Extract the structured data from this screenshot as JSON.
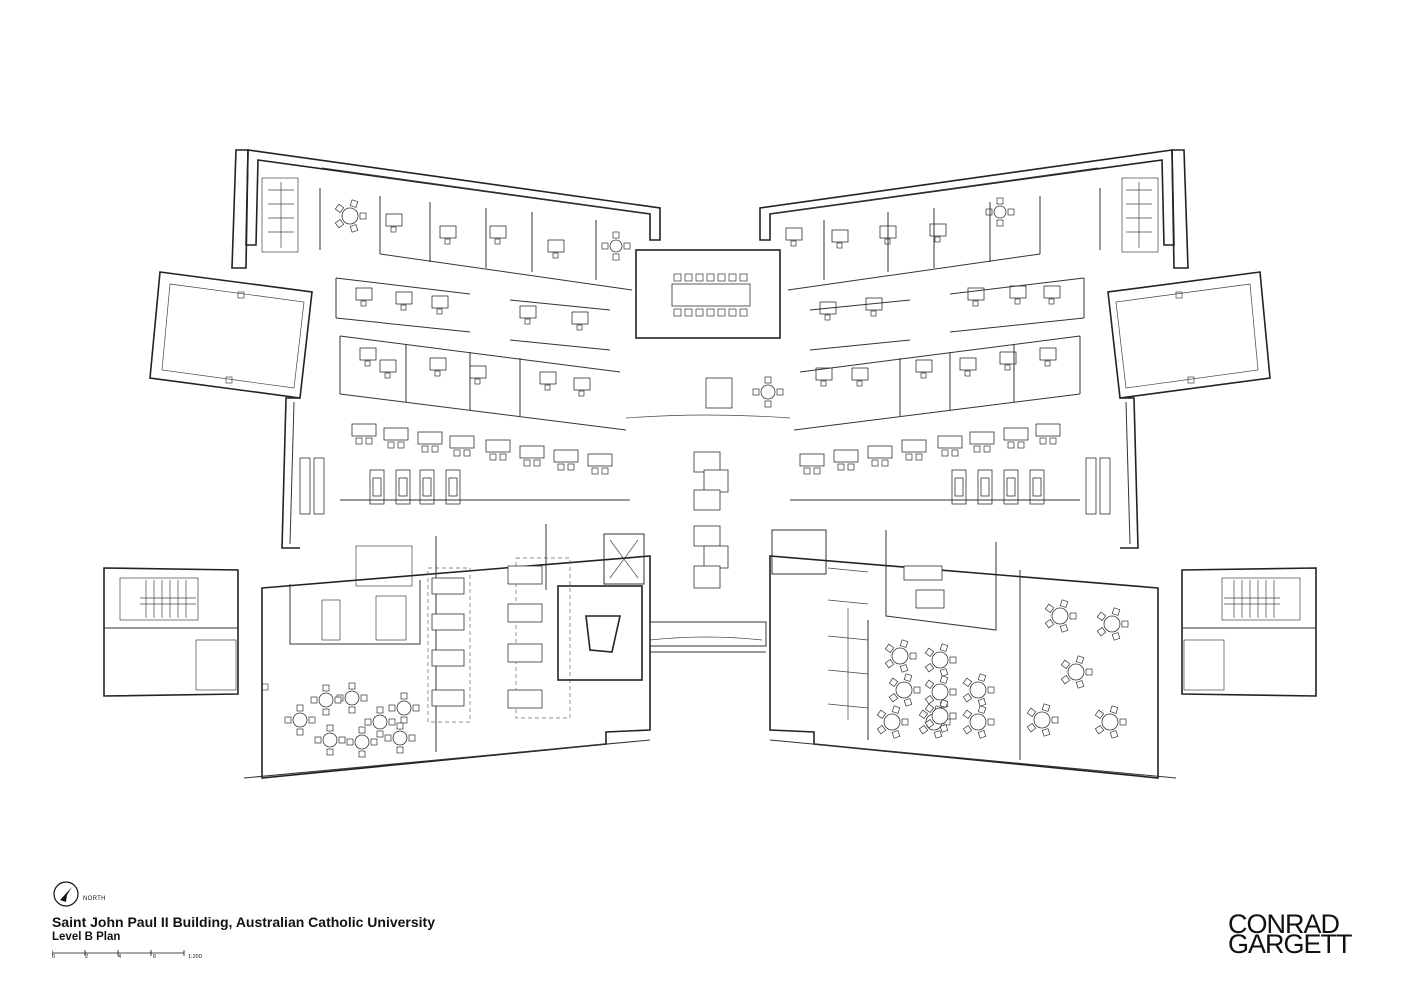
{
  "title": "Saint John Paul II Building, Australian Catholic University",
  "subtitle": "Level B Plan",
  "north_label": "NORTH",
  "scale": {
    "ticks": [
      "0",
      "2",
      "4",
      "6"
    ],
    "ratio": "1:200"
  },
  "brand": {
    "line1": "CONRAD",
    "line2": "GARGETT"
  },
  "icons": {
    "north_arrow": "north-arrow-icon"
  },
  "colors": {
    "line": "#222222",
    "background": "#ffffff"
  }
}
